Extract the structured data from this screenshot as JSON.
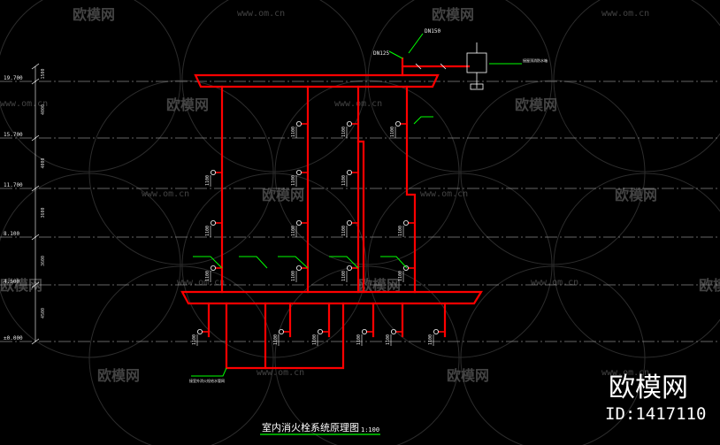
{
  "diagram": {
    "title": "室内消火栓系统原理图",
    "scale": "1:100",
    "watermark": {
      "brand": "欧模网",
      "url": "www.om.cn"
    },
    "corner_brand": {
      "name": "欧模网",
      "id": "ID:1417110"
    },
    "level_labels": [
      "19.700",
      "15.700",
      "11.700",
      "8.100",
      "4.500",
      "±0.000"
    ],
    "segment_dims": [
      "1500",
      "4000",
      "4000",
      "3600",
      "3600",
      "4500"
    ],
    "hydrant_label": "1100",
    "notes": {
      "dn150": "DN150",
      "dn125": "DN125",
      "bottom": "接室外消火栓给水管网",
      "right": "接屋顶消防水箱"
    },
    "colors": {
      "background": "#000000",
      "pipe": "#ff0000",
      "annotation": "#00ff00",
      "dimension": "#ffffff",
      "watermark": "#5a5a5a"
    }
  }
}
